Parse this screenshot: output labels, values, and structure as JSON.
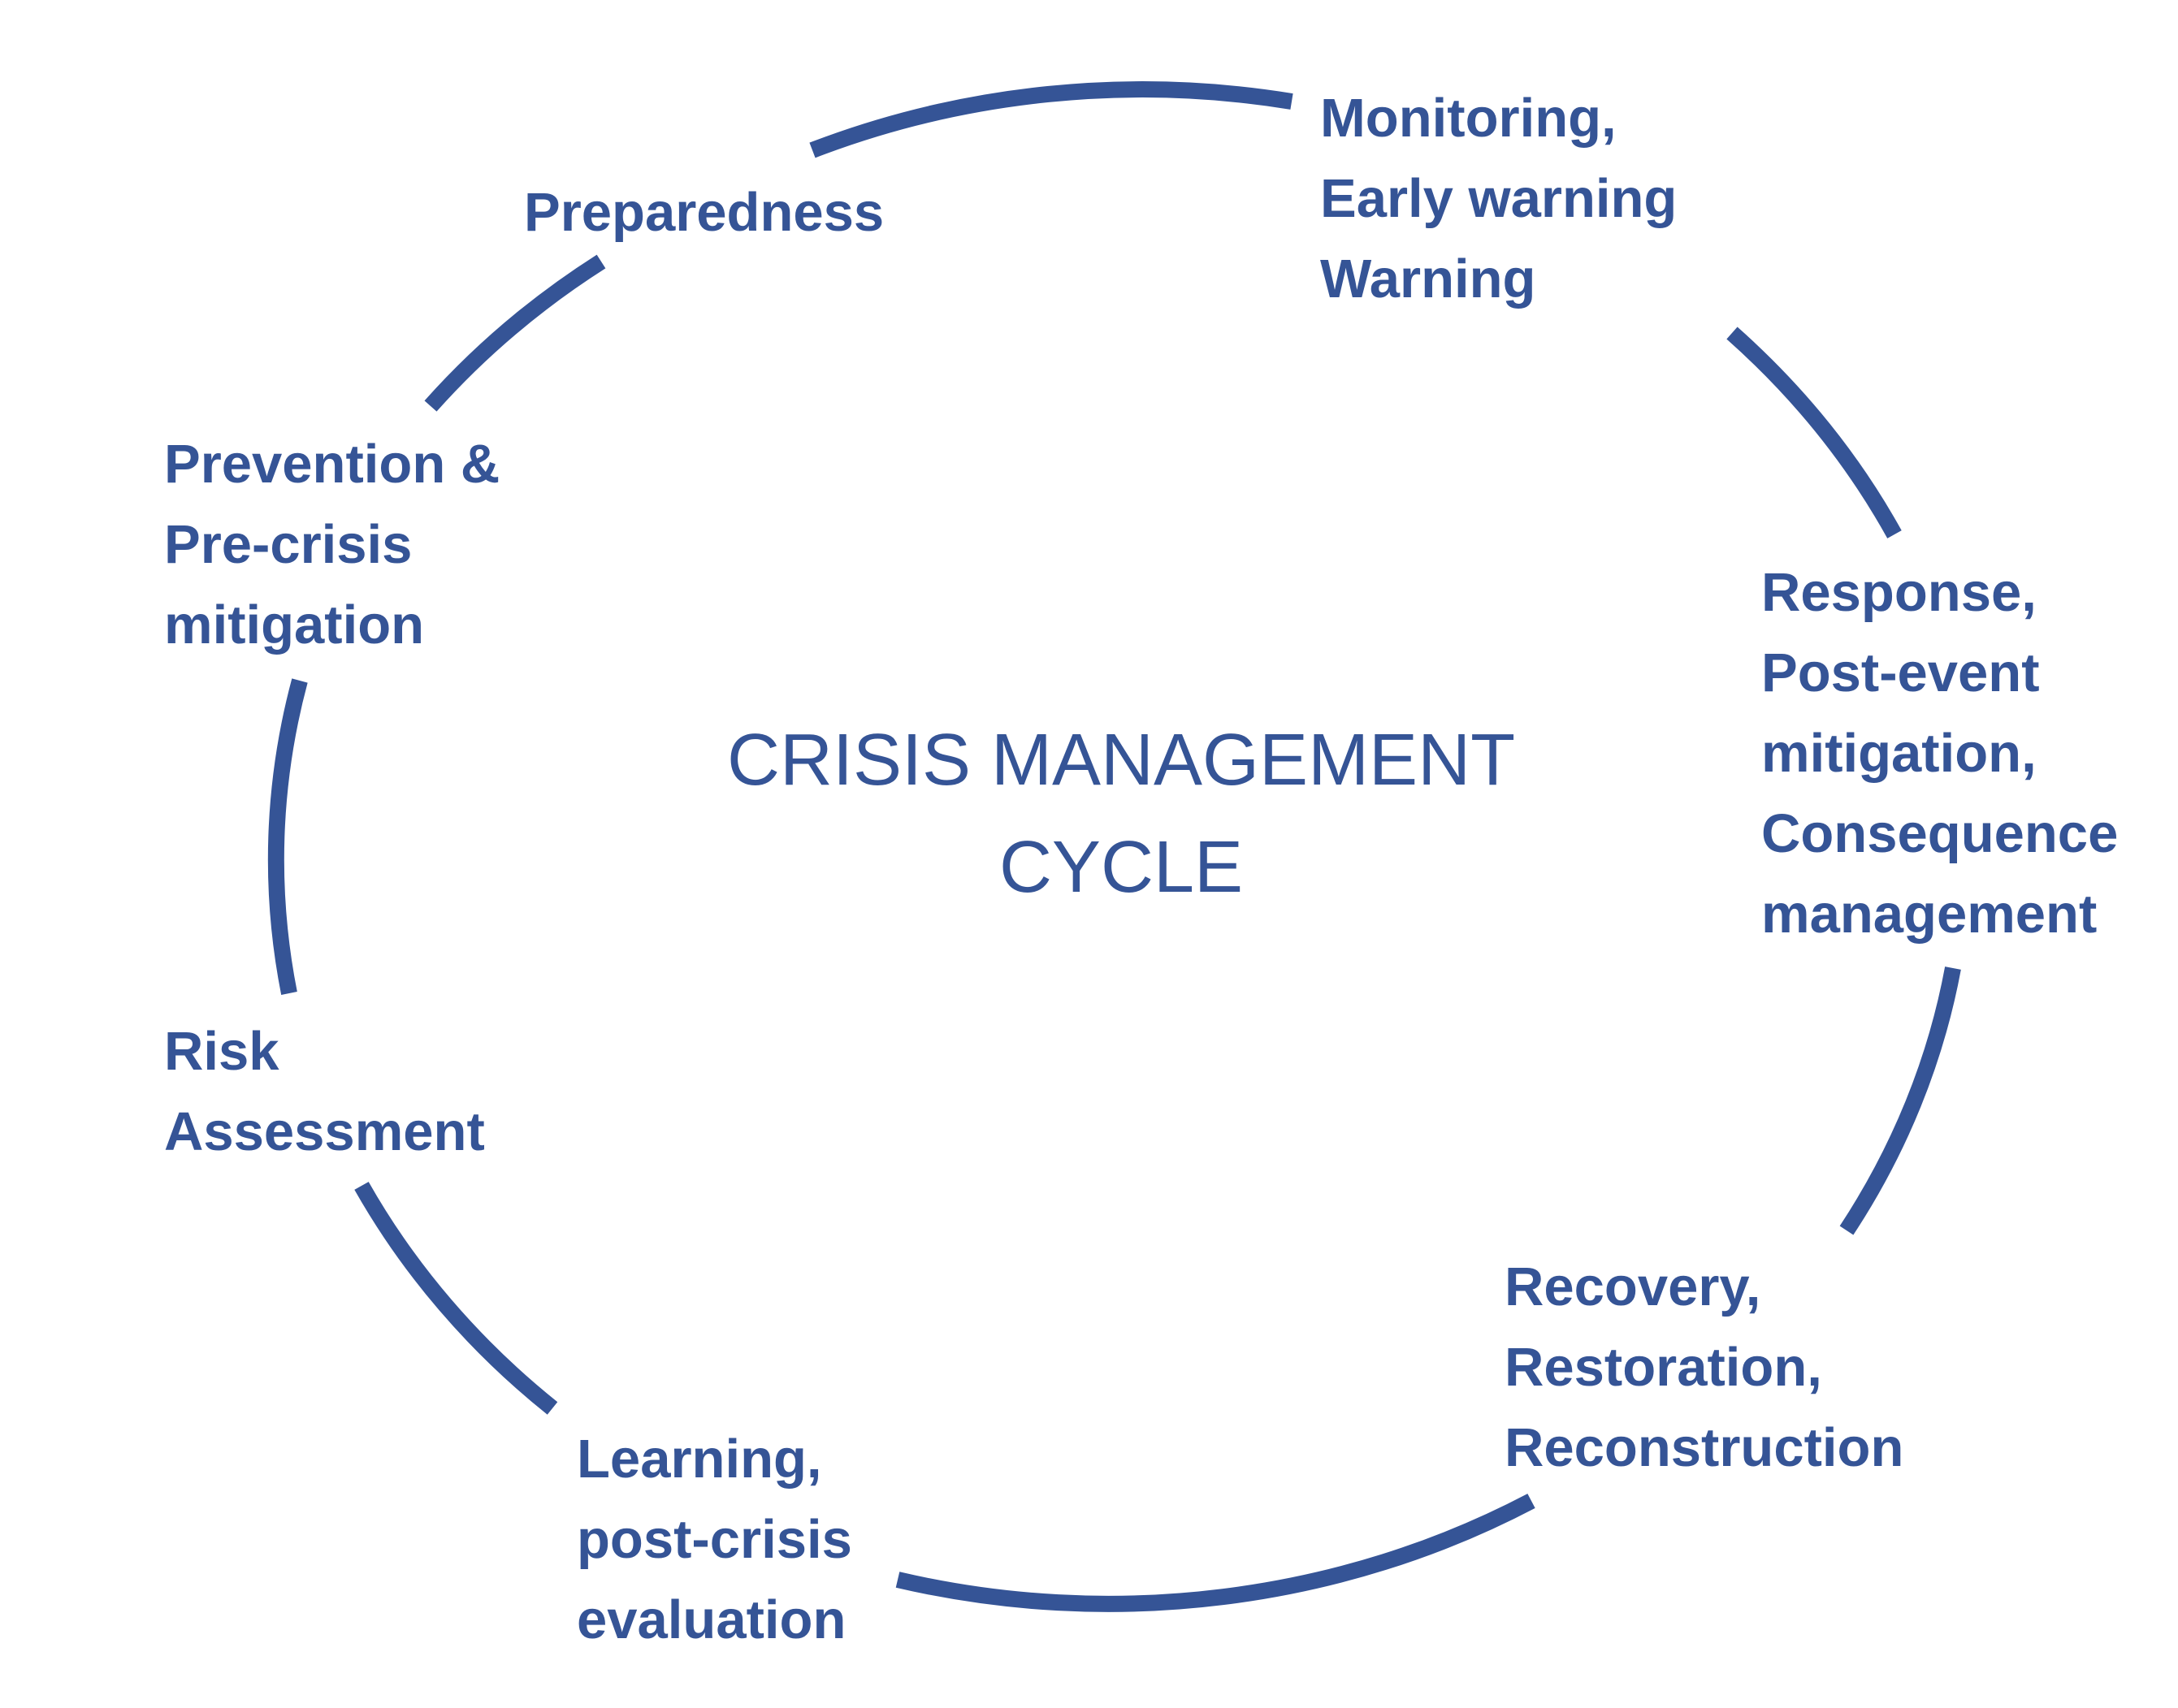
{
  "title": {
    "line1": "CRISIS MANAGEMENT",
    "line2": "CYCLE"
  },
  "stages": {
    "monitoring": [
      "Monitoring,",
      "Early warning",
      "Warning"
    ],
    "response": [
      "Response,",
      "Post-event",
      "mitigation,",
      "Consequence",
      "management"
    ],
    "recovery": [
      "Recovery,",
      "Restoration,",
      "Reconstruction"
    ],
    "learning": [
      "Learning,",
      "post-crisis",
      "evaluation"
    ],
    "risk_assessment": [
      "Risk",
      "Assessment"
    ],
    "prevention": [
      "Prevention &",
      "Pre-crisis",
      "mitigation"
    ],
    "preparedness": [
      "Preparedness"
    ]
  },
  "colors": {
    "primary": "#355496",
    "background": "#ffffff"
  }
}
